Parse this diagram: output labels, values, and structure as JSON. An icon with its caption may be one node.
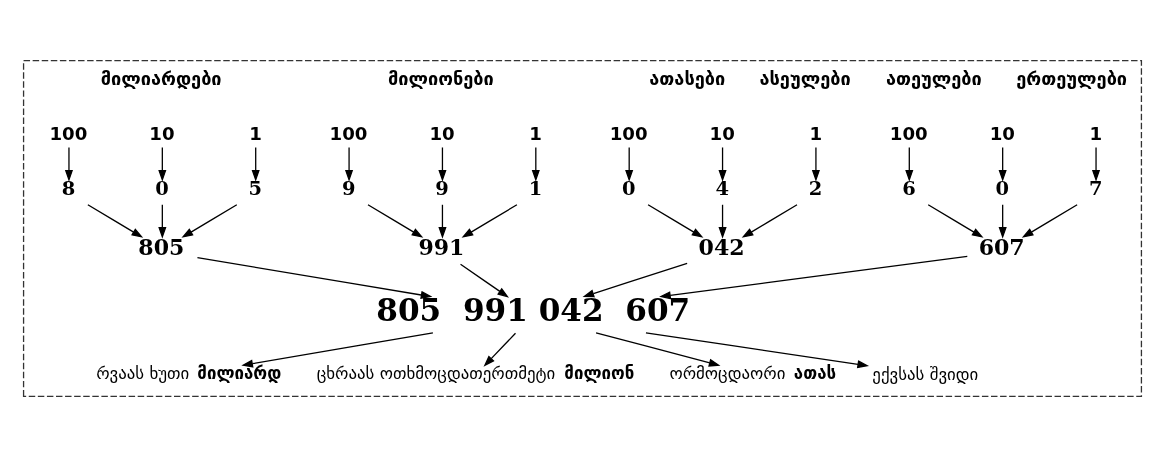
{
  "diagram": {
    "nodes": [
      {
        "text": [],
        "shape": "box"
      },
      {
        "text": [
          "100"
        ],
        "in": 0
      },
      {
        "text": [
          "10"
        ],
        "in": 0
      },
      {
        "text": [
          "1"
        ],
        "in": 0
      },
      {
        "text": [
          "100"
        ],
        "in": 0
      },
      {
        "text": [
          "10"
        ],
        "in": 0
      },
      {
        "text": [
          "1"
        ],
        "in": 0
      },
      {
        "text": [
          "100"
        ],
        "in": 0
      },
      {
        "text": [
          "10"
        ],
        "in": 0
      },
      {
        "text": [
          "1"
        ],
        "in": 0
      },
      {
        "text": [
          "100"
        ],
        "in": 0
      },
      {
        "text": [
          "10"
        ],
        "in": 0
      },
      {
        "text": [
          "1"
        ],
        "in": 0
      },
      {
        "text": [
          "8"
        ],
        "in": 0
      },
      {
        "text": [
          "0"
        ],
        "in": 0
      },
      {
        "text": [
          "5"
        ],
        "in": 0
      },
      {
        "text": [
          "9"
        ],
        "in": 0
      },
      {
        "text": [
          "9"
        ],
        "in": 0
      },
      {
        "text": [
          "1"
        ],
        "in": 0
      },
      {
        "text": [
          "0"
        ],
        "in": 0
      },
      {
        "text": [
          "4"
        ],
        "in": 0
      },
      {
        "text": [
          "2"
        ],
        "in": 0
      },
      {
        "text": [
          "6"
        ],
        "in": 0
      },
      {
        "text": [
          "0"
        ],
        "in": 0
      },
      {
        "text": [
          "7"
        ],
        "in": 0
      },
      {
        "text": [
          "805"
        ],
        "in": 0
      },
      {
        "text": [
          "991"
        ],
        "in": 0
      },
      {
        "text": [
          "042"
        ],
        "in": 0
      },
      {
        "text": [
          "607"
        ],
        "in": 0
      },
      {
        "text": [
          "805  991 042  607"
        ],
        "in": 0
      },
      {
        "text": [
          "რვაას ხუთი **მილიარდ**"
        ],
        "in": 0
      },
      {
        "text": [
          "ცხრაას ოთხმოცდათერთმეტი **მილიონ**"
        ],
        "in": 0
      },
      {
        "text": [
          "ორმოცდაორი **ათას**"
        ],
        "in": 0
      },
      {
        "text": [
          "ექვსას შვიდი"
        ],
        "in": 0
      }
    ],
    "edges": [
      {
        "from": 1,
        "to": 13,
        "arrow": "to"
      },
      {
        "from": 2,
        "to": 14,
        "arrow": "to"
      },
      {
        "from": 3,
        "to": 15,
        "arrow": "to"
      },
      {
        "from": 4,
        "to": 16,
        "arrow": "to"
      },
      {
        "from": 5,
        "to": 17,
        "arrow": "to"
      },
      {
        "from": 6,
        "to": 18,
        "arrow": "to"
      },
      {
        "from": 7,
        "to": 19,
        "arrow": "to"
      },
      {
        "from": 8,
        "to": 20,
        "arrow": "to"
      },
      {
        "from": 9,
        "to": 21,
        "arrow": "to"
      },
      {
        "from": 10,
        "to": 22,
        "arrow": "to"
      },
      {
        "from": 11,
        "to": 23,
        "arrow": "to"
      },
      {
        "from": 12,
        "to": 24,
        "arrow": "to"
      },
      {
        "from": 13,
        "to": 25,
        "arrow": "to"
      },
      {
        "from": 14,
        "to": 25,
        "arrow": "to"
      },
      {
        "from": 15,
        "to": 25,
        "arrow": "to"
      },
      {
        "from": 16,
        "to": 26,
        "arrow": "to"
      },
      {
        "from": 17,
        "to": 26,
        "arrow": "to"
      },
      {
        "from": 18,
        "to": 26,
        "arrow": "to"
      },
      {
        "from": 19,
        "to": 27,
        "arrow": "to"
      },
      {
        "from": 20,
        "to": 27,
        "arrow": "to"
      },
      {
        "from": 21,
        "to": 27,
        "arrow": "to"
      },
      {
        "from": 22,
        "to": 28,
        "arrow": "to"
      },
      {
        "from": 23,
        "to": 28,
        "arrow": "to"
      },
      {
        "from": 24,
        "to": 28,
        "arrow": "to"
      },
      {
        "from": 25,
        "to": 29,
        "arrow": "to"
      },
      {
        "from": 26,
        "to": 29,
        "arrow": "to"
      },
      {
        "from": 27,
        "to": 29,
        "arrow": "to"
      },
      {
        "from": 28,
        "to": 29,
        "arrow": "to"
      },
      {
        "from": 29,
        "to": 30,
        "arrow": "to"
      },
      {
        "from": 29,
        "to": 31,
        "arrow": "to"
      },
      {
        "from": 29,
        "to": 32,
        "arrow": "to"
      },
      {
        "from": 29,
        "to": 33,
        "arrow": "to"
      }
    ],
    "labels": [
      "მილიარდები",
      "მილიონები",
      "ათასები",
      "ასეულები",
      "ათეულები",
      "ერთეულები"
    ]
  }
}
